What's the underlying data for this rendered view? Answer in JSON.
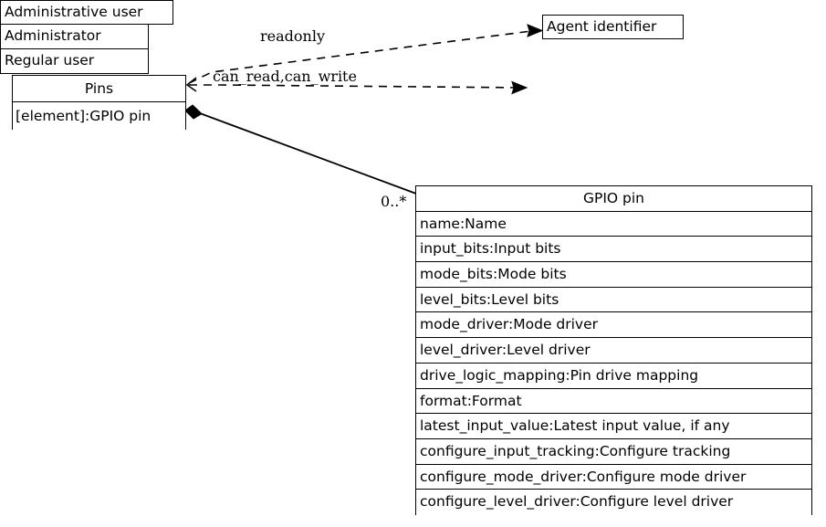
{
  "diagram": {
    "type": "uml-class-diagram",
    "background": "#ffffff",
    "line_color": "#000000",
    "classes": [
      {
        "id": "pins",
        "title": "Pins",
        "attributes": [
          "[element]:GPIO pin"
        ]
      },
      {
        "id": "agent_identifier",
        "title": "Agent identifier",
        "attributes": []
      },
      {
        "id": "administrative_user",
        "title": "Administrative user",
        "attributes": [
          "Administrator",
          "Regular user"
        ]
      },
      {
        "id": "gpio_pin",
        "title": "GPIO pin",
        "attributes": [
          "name:Name",
          "input_bits:Input bits",
          "mode_bits:Mode bits",
          "level_bits:Level bits",
          "mode_driver:Mode driver",
          "level_driver:Level driver",
          "drive_logic_mapping:Pin drive mapping",
          "format:Format",
          "latest_input_value:Latest input value, if any",
          "configure_input_tracking:Configure tracking",
          "configure_mode_driver:Configure mode driver",
          "configure_level_driver:Configure level driver"
        ]
      }
    ],
    "edges": [
      {
        "id": "edge_readonly",
        "from": "pins",
        "to": "agent_identifier",
        "label": "readonly",
        "style": "dashed",
        "arrow": "open-filled"
      },
      {
        "id": "edge_can_read_can_write",
        "from": "pins",
        "to": "administrative_user",
        "label": "can_read,can_write",
        "style": "dashed",
        "arrow": "open-filled"
      },
      {
        "id": "edge_composition",
        "from": "pins",
        "to": "gpio_pin",
        "label": "0..*",
        "style": "solid",
        "arrow": "filled-diamond"
      }
    ]
  }
}
